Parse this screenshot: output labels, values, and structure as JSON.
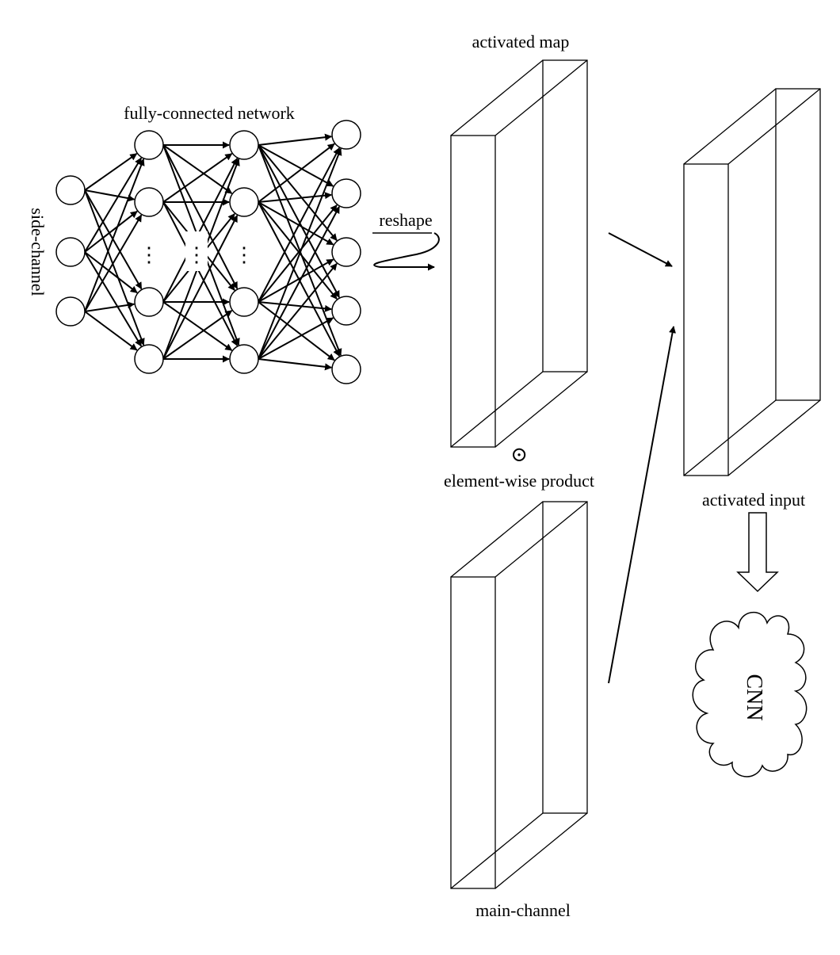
{
  "labels": {
    "fully_connected": "fully-connected network",
    "side_channel": "side-channel",
    "reshape": "reshape",
    "activated_map": "activated map",
    "element_wise_product": "element-wise product",
    "odot_symbol": "⊙",
    "main_channel": "main-channel",
    "activated_input": "activated input",
    "cnn": "CNN"
  },
  "network": {
    "layer_sizes": [
      3,
      4,
      4,
      5
    ],
    "ellipsis_glyph": "⋮"
  },
  "colors": {
    "ink": "#000000",
    "background": "#ffffff"
  }
}
